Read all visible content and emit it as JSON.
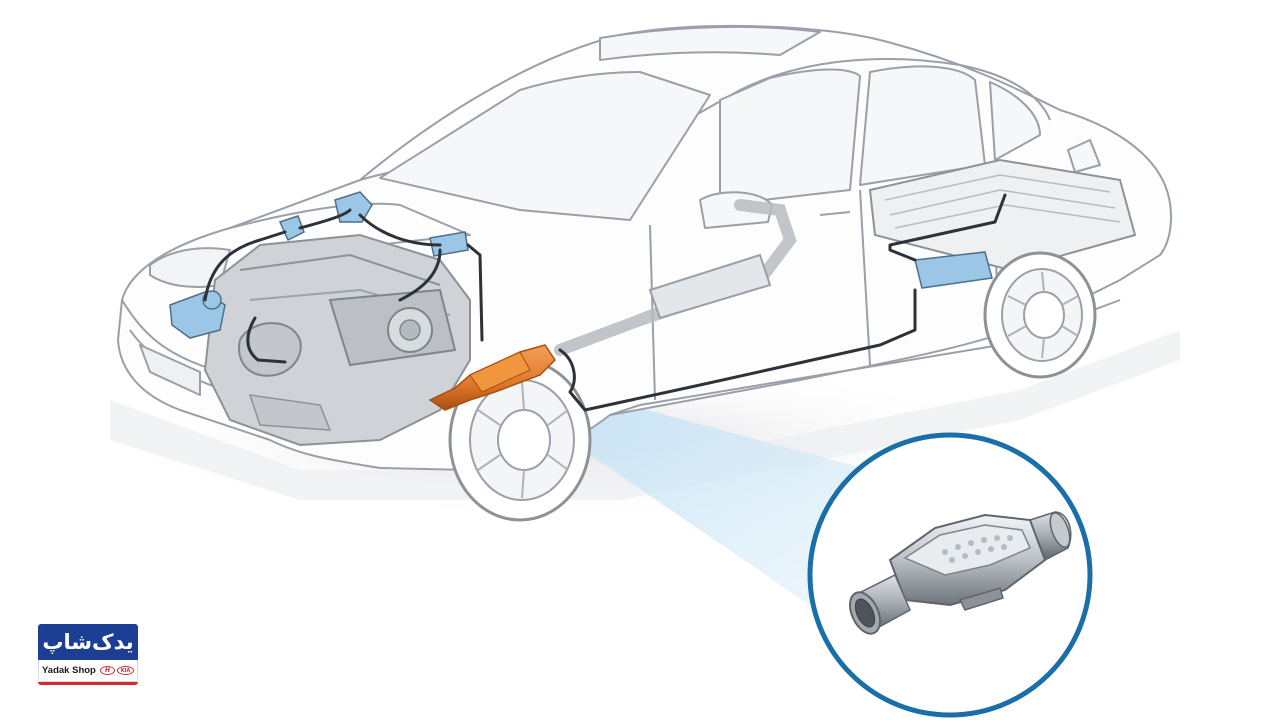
{
  "diagram": {
    "highlight_part": "catalytic-converter",
    "colors": {
      "car_line": "#9aa0a8",
      "car_fill": "#fdfdfd",
      "shadow": "#e6e7ea",
      "engine": "#cfd2d6",
      "engine_dark": "#8d9297",
      "pipe": "#2b3238",
      "highlight": "#e0782a",
      "highlight_dark": "#a84f12",
      "blue_part": "#9cc6e6",
      "beam": "#bfe0f4",
      "circle": "#1b6fa8",
      "metal_light": "#e9ecef",
      "metal_mid": "#b6bcc2",
      "metal_dark": "#6d747b"
    }
  },
  "logo": {
    "persian_text": "یدک‌شاپ",
    "latin_text": "Yadak Shop",
    "brand_1": "H",
    "brand_2": "KIA",
    "colors": {
      "blue": "#1c3f93",
      "red": "#d12b2b"
    }
  }
}
